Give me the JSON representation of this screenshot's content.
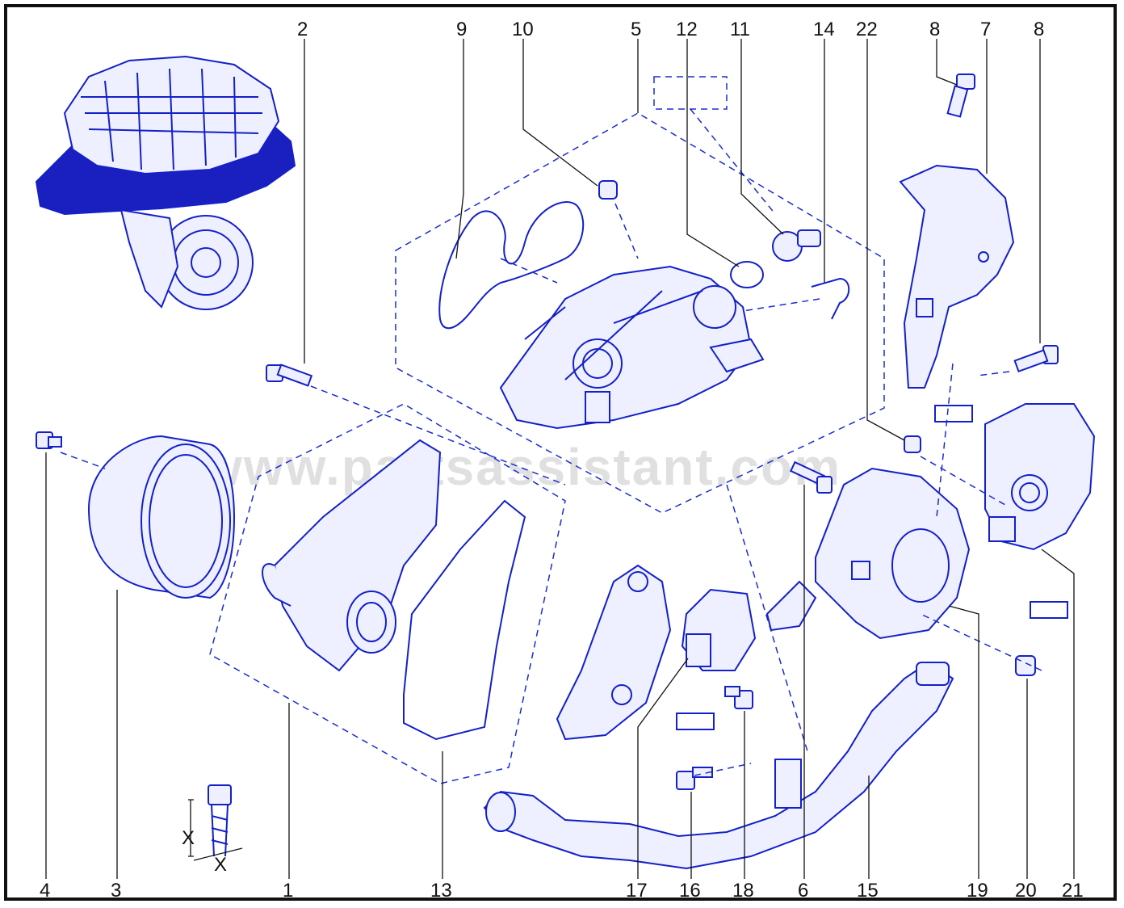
{
  "watermark": "www.partsassistant.com",
  "colors": {
    "line": "#1420c8",
    "fill": "#eef0ff",
    "border": "#111111"
  },
  "callouts": {
    "c1": "1",
    "c2": "2",
    "c3": "3",
    "c4": "4",
    "c5": "5",
    "c6": "6",
    "c7": "7",
    "c8a": "8",
    "c8b": "8",
    "c9": "9",
    "c10": "10",
    "c11": "11",
    "c12": "12",
    "c13": "13",
    "c14": "14",
    "c15": "15",
    "c16": "16",
    "c17": "17",
    "c18": "18",
    "c19": "19",
    "c20": "20",
    "c21": "21",
    "c22": "22"
  },
  "bolt_dimension_label_a": "X",
  "bolt_dimension_label_b": "X"
}
